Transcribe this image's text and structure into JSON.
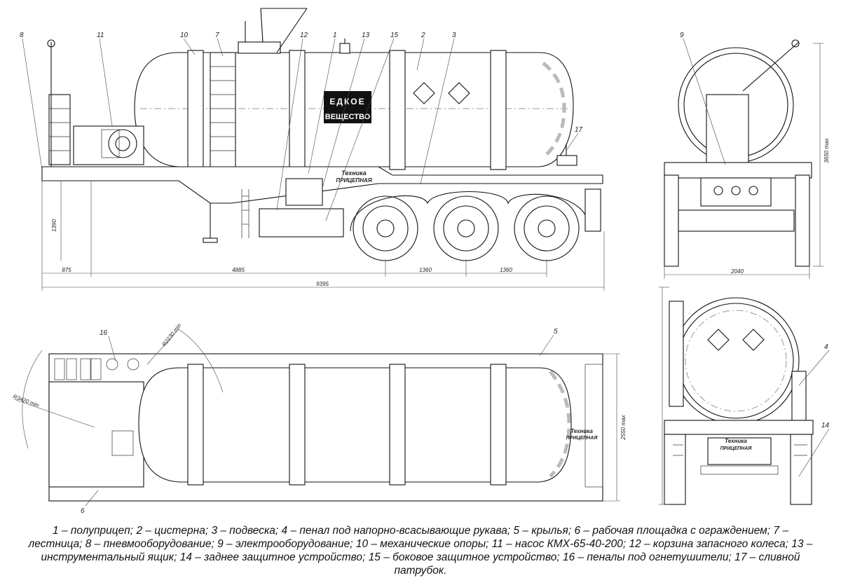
{
  "callouts": {
    "side": [
      "8",
      "11",
      "10",
      "7",
      "12",
      "1",
      "13",
      "15",
      "2",
      "3",
      "17"
    ],
    "rear": "9",
    "top_left": "16",
    "top_right": "5",
    "bottom_left": "6",
    "front_right": "4",
    "front_bottom": "14"
  },
  "tank_marking": {
    "line1": "ЕДКОЕ",
    "line2": "ВЕЩЕСТВО"
  },
  "brand": {
    "line1": "Техника",
    "line2": "ПРИЦЕПНАЯ"
  },
  "dimensions": {
    "d875": "875",
    "d4885": "4885",
    "d1360a": "1360",
    "d1360b": "1360",
    "d9395": "9395",
    "d1390": "1390",
    "d2040": "2040",
    "d3650": "3650 max",
    "d2550": "2550 max",
    "r2230": "R2230 min",
    "r3420": "R3420 min"
  },
  "legend": [
    "1 – полуприцеп;",
    "2 – цистерна;",
    "3 – подвеска;",
    "4 – пенал под напорно-всасывающие рукава;",
    "5 – крылья;",
    "6 – рабочая площадка с ограждением;",
    "7 – лестница;",
    "8 – пневмооборудование;",
    "9 – электрооборудование;",
    "10 – механические опоры;",
    "11 – насос КМХ-65-40-200;",
    "12 – корзина запасного колеса;",
    "13 – инструментальный ящик;",
    "14 – заднее защитное устройство;",
    "15 – боковое защитное устройство;",
    "16 – пеналы под огнетушители;",
    "17 – сливной патрубок."
  ]
}
